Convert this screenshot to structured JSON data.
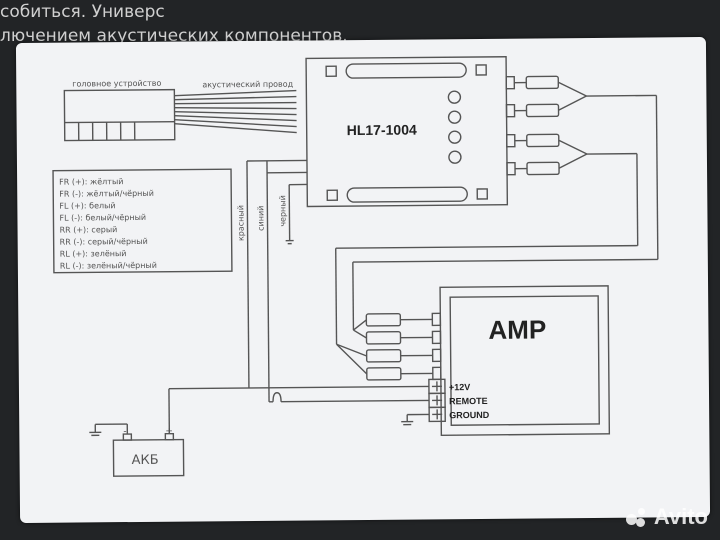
{
  "header": {
    "line1": "собиться. Универс",
    "line2": "лючением акустических компонентов."
  },
  "diagram": {
    "head_unit_label": "головное устройство",
    "acoustic_wire_label": "акустический провод",
    "converter_model": "HL17-1004",
    "wire_red": "красный",
    "wire_blue": "синий",
    "wire_black": "черный",
    "legend": [
      "FR (+): жёлтый",
      "FR (-): жёлтый/чёрный",
      "FL (+): белый",
      "FL (-): белый/чёрный",
      "RR (+): серый",
      "RR (-): серый/чёрный",
      "RL (+): зелёный",
      "RL (-): зелёный/чёрный"
    ],
    "amp_label": "AMP",
    "terminals": [
      "+12V",
      "REMOTE",
      "GROUND"
    ],
    "battery_label": "АКБ",
    "battery_neg": "-",
    "battery_pos": "+"
  },
  "watermark": "Avito"
}
